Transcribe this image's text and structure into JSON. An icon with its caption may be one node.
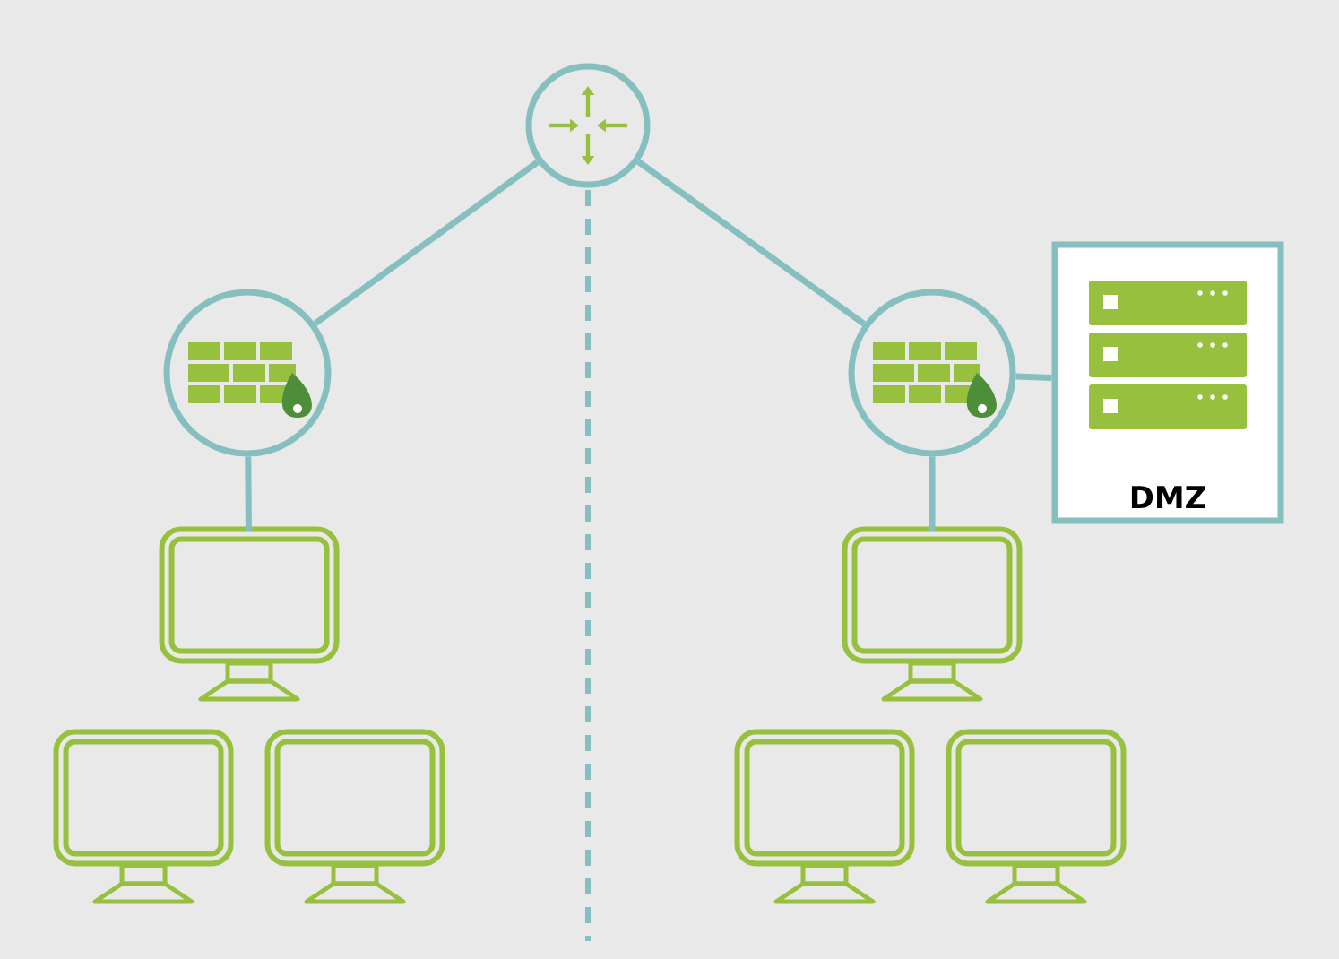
{
  "diagram": {
    "nodes": [
      {
        "text": [],
        "shape": "circle"
      },
      {
        "text": [],
        "shape": "circle"
      },
      {
        "text": [],
        "shape": "circle"
      },
      {
        "text": [
          "DMZ"
        ]
      },
      {
        "text": [],
        "shape": "monitor"
      },
      {
        "text": [],
        "shape": "monitor"
      },
      {
        "text": [],
        "shape": "monitor"
      },
      {
        "text": [],
        "shape": "monitor"
      },
      {
        "text": [],
        "shape": "monitor"
      },
      {
        "text": [],
        "shape": "monitor"
      }
    ],
    "edges": [
      {
        "from": 0,
        "to": 1,
        "arrow": "none"
      },
      {
        "from": 0,
        "to": 2,
        "arrow": "none"
      },
      {
        "from": 2,
        "to": 3,
        "arrow": "none"
      },
      {
        "from": 1,
        "to": 4,
        "arrow": "none"
      },
      {
        "from": 2,
        "to": 7,
        "arrow": "none"
      }
    ]
  }
}
